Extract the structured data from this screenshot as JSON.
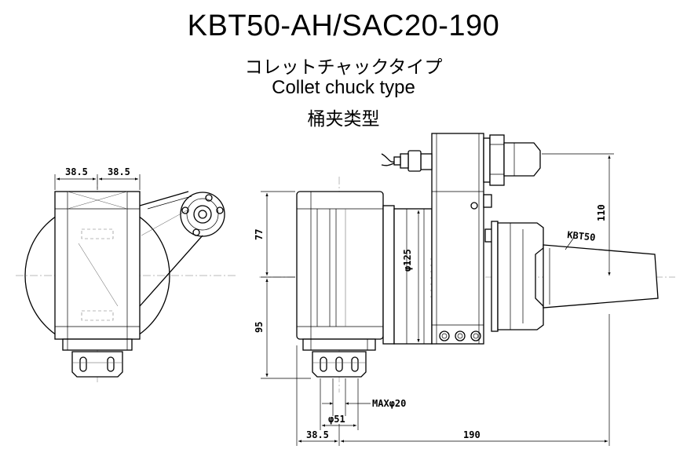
{
  "header": {
    "title": "KBT50-AH/SAC20-190",
    "subtitle_jp": "コレットチャックタイプ",
    "subtitle_en": "Collet chuck type",
    "subtitle_cn": "桶夹类型"
  },
  "dimensions": {
    "front_left_width": "38.5",
    "front_right_width": "38.5",
    "height_upper": "77",
    "height_lower": "95",
    "height_spindle": "110",
    "body_diameter": "φ125",
    "collet_max": "MAXφ20",
    "collet_diameter": "φ51",
    "offset_bottom": "38.5",
    "length_total": "190",
    "taper_label": "KBT50"
  }
}
